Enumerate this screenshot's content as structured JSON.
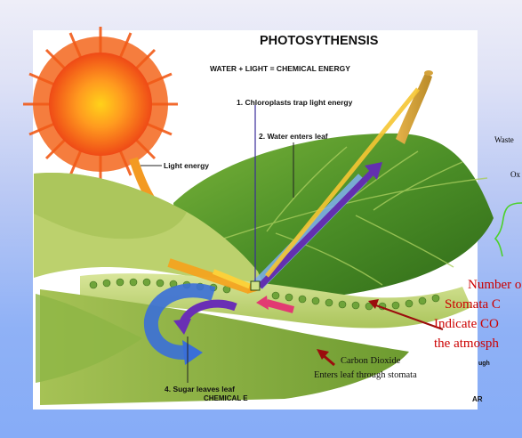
{
  "diagram": {
    "title": "PHOTOSYTHENSIS",
    "equation": "WATER + LIGHT = CHEMICAL ENERGY",
    "step1": "1.  Chloroplasts trap light energy",
    "step2": "2.  Water enters leaf",
    "light_energy": "Light energy",
    "step4": "4.  Sugar leaves leaf",
    "step4_cont": "CHEMICAL E",
    "fragment_ugh": "ugh",
    "fragment_ar": "AR"
  },
  "annotations": {
    "waste": "Waste",
    "oxygen_fragment": "Ox",
    "stomata_note_lines": [
      "Number o",
      "Stomata C",
      "Indicate CO",
      "the atmosph"
    ],
    "co2_line1": "Carbon Dioxide",
    "co2_line2": "Enters leaf through stomata"
  },
  "colors": {
    "note_red": "#cc0000",
    "callout_arrow": "#9b0d0d",
    "leaf_dark": "#3d7a1c",
    "leaf_light": "#c9dc7c",
    "sun": "#f0521a",
    "blue_cycle": "#3a6fd8",
    "purple_arrow": "#6a2fb5"
  },
  "icons": [
    "sun-icon",
    "green-bracket-icon"
  ]
}
